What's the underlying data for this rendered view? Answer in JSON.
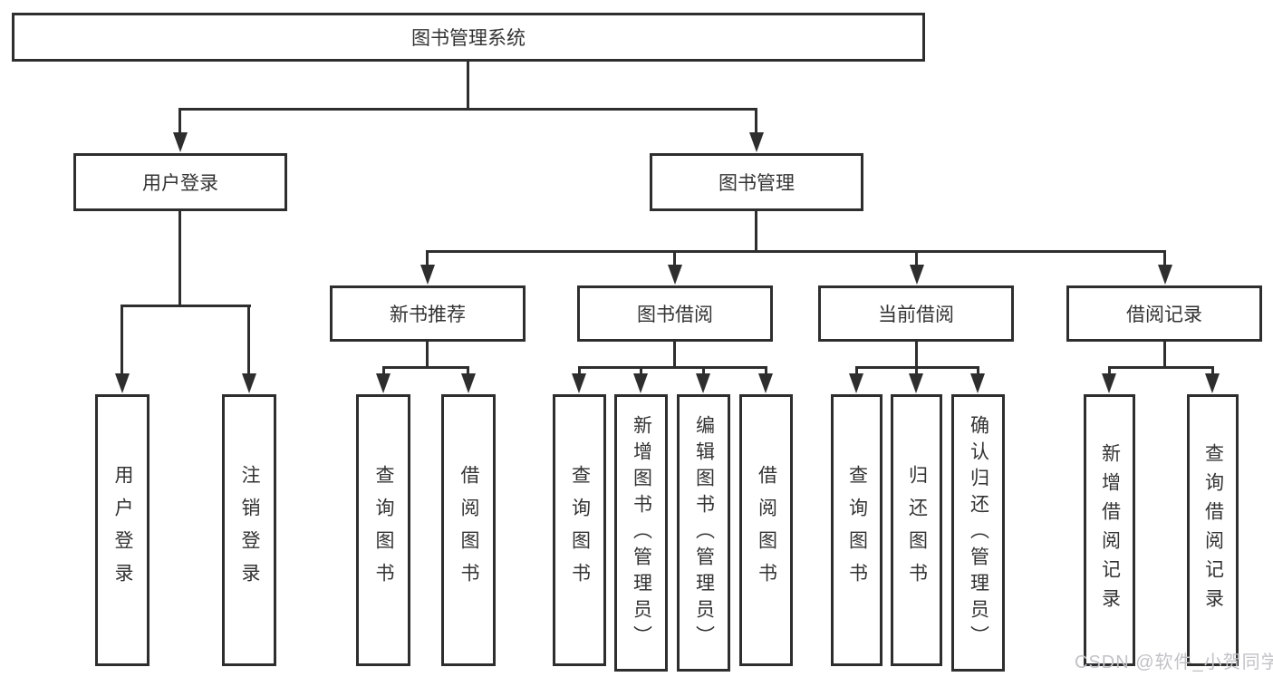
{
  "diagram": {
    "root": "图书管理系统",
    "branches": {
      "user_login": {
        "label": "用户登录",
        "children": [
          "用户登录",
          "注销登录"
        ]
      },
      "book_management": {
        "label": "图书管理",
        "sections": [
          {
            "label": "新书推荐",
            "children": [
              "查询图书",
              "借阅图书"
            ]
          },
          {
            "label": "图书借阅",
            "children": [
              "查询图书",
              "新增图书（管理员）",
              "编辑图书（管理员）",
              "借阅图书"
            ]
          },
          {
            "label": "当前借阅",
            "children": [
              "查询图书",
              "归还图书",
              "确认归还（管理员）"
            ]
          },
          {
            "label": "借阅记录",
            "children": [
              "新增借阅记录",
              "查询借阅记录"
            ]
          }
        ]
      }
    }
  },
  "watermark": {
    "text": "CSDN @软件_小贺同学"
  },
  "colors": {
    "line": "#2e2e2e",
    "text": "#333333",
    "box_fill": "#ffffff",
    "page_background": "#ffffff",
    "watermark": "#c2c2c7"
  }
}
